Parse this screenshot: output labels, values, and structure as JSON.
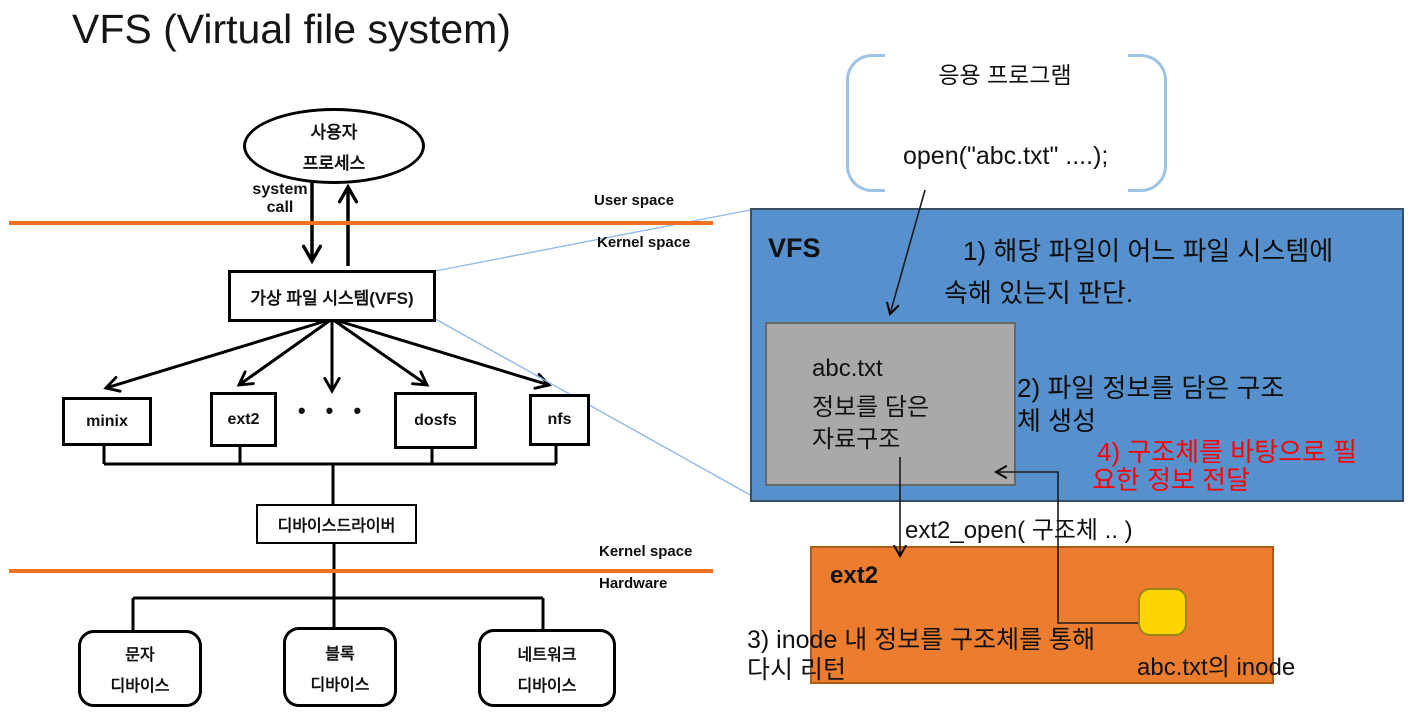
{
  "title": "VFS (Virtual file system)",
  "left_diagram": {
    "user_process": {
      "line1": "사용자",
      "line2": "프로세스"
    },
    "system_call": {
      "line1": "system",
      "line2": "call"
    },
    "divider_top": {
      "above": "User space",
      "below": "Kernel space"
    },
    "vfs_box_label": "가상 파일 시스템(VFS)",
    "fs_boxes": [
      "minix",
      "ext2",
      "dosfs",
      "nfs"
    ],
    "dots": "• • •",
    "device_driver_label": "디바이스드라이버",
    "divider_bottom": {
      "above": "Kernel space",
      "below": "Hardware"
    },
    "devices": [
      {
        "line1": "문자",
        "line2": "디바이스"
      },
      {
        "line1": "블록",
        "line2": "디바이스"
      },
      {
        "line1": "네트워크",
        "line2": "디바이스"
      }
    ]
  },
  "callout": {
    "app_label": "응용 프로그램",
    "open_call": "open(\"abc.txt\" ....);",
    "vfs_panel": {
      "label": "VFS",
      "step1_line1": "1) 해당 파일이 어느 파일 시스템에",
      "step1_line2": "속해 있는지 판단.",
      "struct_box": {
        "line1": "abc.txt",
        "line2": "정보를 담은",
        "line3": "자료구조"
      },
      "step2_line1": "2) 파일 정보를 담은 구조",
      "step2_line2": "체 생성",
      "step4_line1": "4) 구조체를 바탕으로 필",
      "step4_line2": "요한 정보 전달"
    },
    "ext2_call": "ext2_open( 구조체 .. )",
    "ext2_panel": {
      "label": "ext2",
      "inode_label": "abc.txt의 inode"
    },
    "step3_line1": "3) inode 내 정보를 구조체를 통해",
    "step3_line2": "다시 리턴"
  },
  "colors": {
    "vfs_panel_blue": "#5691CD",
    "ext2_panel_orange": "#EC7D2F",
    "struct_box_gray": "#A9A9A9",
    "inode_note_yellow": "#FFD500",
    "divider_orange": "#F4711F",
    "step4_red": "#FF0000",
    "callout_line_blue": "#93B9E6"
  }
}
